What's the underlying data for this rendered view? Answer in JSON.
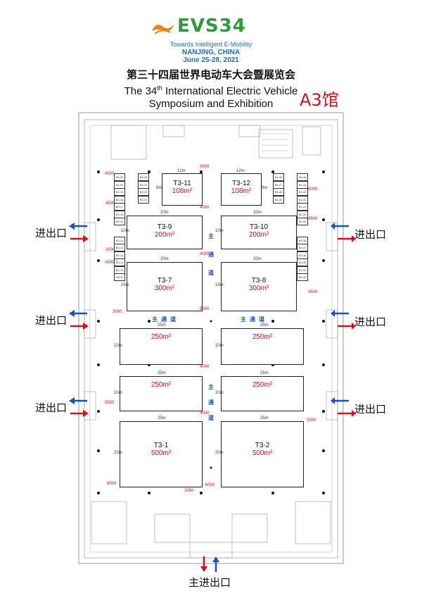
{
  "header": {
    "logo_text": "EVS34",
    "tagline": "Towards Intelligent E-Mobility",
    "location": "NANJING, CHINA",
    "dates": "June  25-28, 2021",
    "title_cn": "第三十四届世界电动车大会暨展览会",
    "title_en_line1_pre": "The 34",
    "title_en_line1_sup": "th",
    "title_en_line1_post": " International Electric Vehicle",
    "title_en_line2": "Symposium and Exhibition",
    "hall_name": "A3馆"
  },
  "booths": [
    {
      "id": "T3-11",
      "area": "108m²",
      "dim_top": "12m",
      "dim_side": "9m"
    },
    {
      "id": "T3-12",
      "area": "108m²",
      "dim_top": "12m",
      "dim_side": "9m"
    },
    {
      "id": "T3-9",
      "area": "200m²",
      "dim_top": "20m",
      "dim_side": "10m"
    },
    {
      "id": "T3-10",
      "area": "200m²",
      "dim_top": "20m",
      "dim_side": "10m"
    },
    {
      "id": "T3-7",
      "area": "300m²",
      "dim_top": "20m",
      "dim_side": "15m"
    },
    {
      "id": "T3-8",
      "area": "300m²",
      "dim_top": "20m",
      "dim_side": "15m"
    },
    {
      "id": "",
      "area": "250m²",
      "dim_top": "25m",
      "dim_side": "10m"
    },
    {
      "id": "",
      "area": "250m²",
      "dim_top": "25m",
      "dim_side": "10m"
    },
    {
      "id": "",
      "area": "250m²",
      "dim_top": "25m",
      "dim_side": "10m"
    },
    {
      "id": "",
      "area": "250m²",
      "dim_top": "25m",
      "dim_side": "10m"
    },
    {
      "id": "T3-1",
      "area": "500m²",
      "dim_top": "25m",
      "dim_side": "20m"
    },
    {
      "id": "T3-2",
      "area": "500m²",
      "dim_top": "25m",
      "dim_side": "20m"
    }
  ],
  "small_booths_left": [
    "B3-24",
    "B3-20",
    "B3-19",
    "B3-18",
    "B3-17",
    "B3-16",
    "B3-15",
    "B3-14",
    "B3-13",
    "B3-12",
    "B3-11",
    "B3-10",
    "B3-9"
  ],
  "small_booths_left_inner": [
    "B3-25",
    "B3-23",
    "B3-22",
    "B3-21"
  ],
  "small_booths_right": [
    "B3-48",
    "B3-44",
    "B3-43",
    "B3-42",
    "B3-41",
    "B3-40",
    "B3-39",
    "B3-38",
    "B3-37",
    "B3-36",
    "B3-35",
    "B3-34",
    "B3-33"
  ],
  "small_booths_right_inner": [
    "B3-49",
    "B3-47",
    "B3-46",
    "B3-45"
  ],
  "aisles": {
    "main": "主通道",
    "main_v1": "主",
    "main_v2": "通",
    "main_v3": "道"
  },
  "exits": {
    "side": "进出口",
    "main": "主进出口"
  },
  "red_dims": {
    "d4500a": "4500",
    "d4000a": "4000",
    "d3000a": "3000",
    "d4500b": "4500",
    "d3000b": "3000",
    "d5500a": "5500",
    "d6000a": "6000",
    "d5000r": "5000",
    "d4500r": "4500",
    "d4500r2": "4500",
    "d5500r": "5500",
    "c4000a": "4000",
    "c4000b": "4000",
    "c4000c": "4000",
    "c6000a": "6000",
    "c4000d": "4000",
    "c4000e": "4000",
    "c6000b": "6000",
    "c3950": "3950"
  },
  "colors": {
    "red": "#d4101a",
    "blue": "#1c4fb5",
    "green": "#2e9a3b"
  }
}
